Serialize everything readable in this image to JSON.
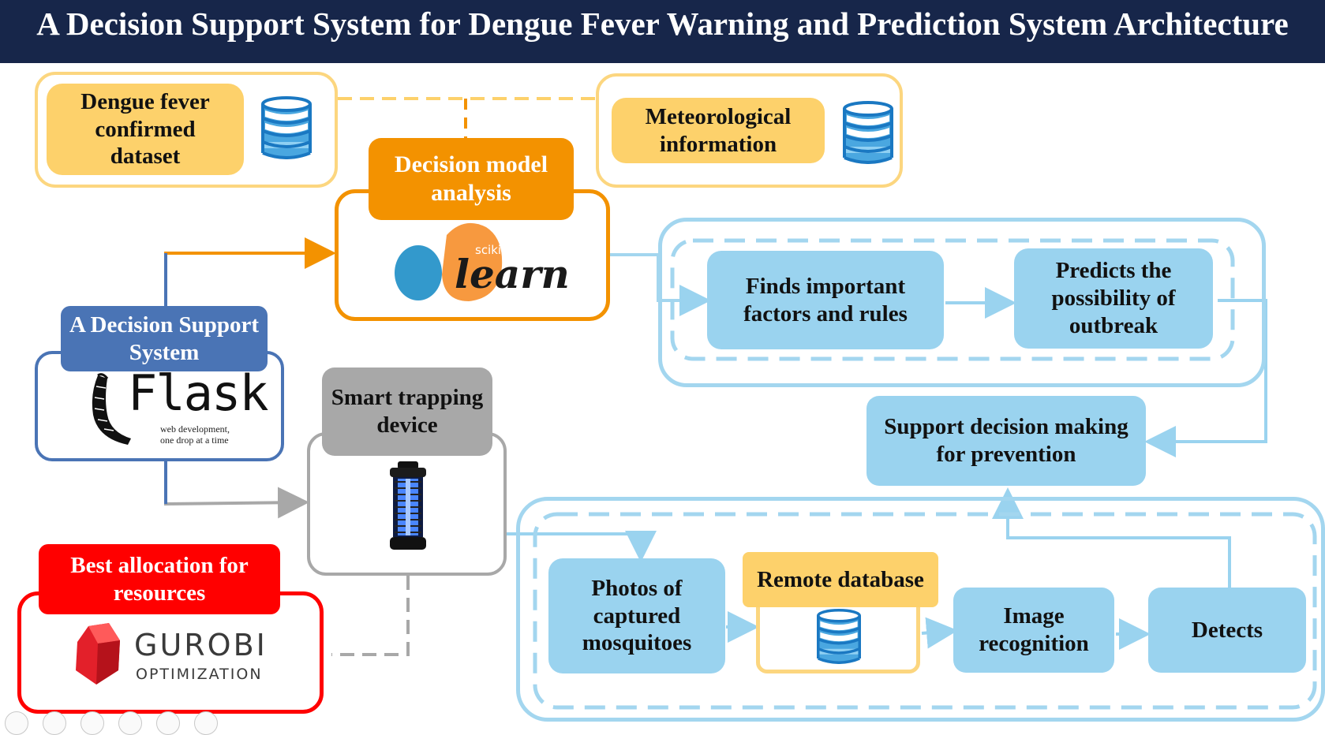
{
  "title": "A Decision Support System for Dengue Fever Warning and Prediction System Architecture",
  "colors": {
    "title_bg": "#17264a",
    "yellow": "#fdd16b",
    "yellow_border": "#fcd67f",
    "orange": "#f39200",
    "blue_header": "#4a74b5",
    "light_blue": "#9ad3ef",
    "light_blue_border": "#a3d6ef",
    "gray": "#a8a8a8",
    "red": "#ff0000"
  },
  "boxes": {
    "dengue_dataset": "Dengue fever confirmed dataset",
    "meteorological": "Meteorological information",
    "decision_model": "Decision model analysis",
    "dss": "A Decision Support System",
    "smart_trap": "Smart trapping device",
    "best_allocation": "Best allocation for resources",
    "finds_factors": "Finds important factors and rules",
    "predicts": "Predicts the possibility of outbreak",
    "support_decision": "Support decision making for prevention",
    "photos": "Photos of captured mosquitoes",
    "remote_db": "Remote database",
    "image_recognition": "Image recognition",
    "detects": "Detects"
  },
  "logos": {
    "scikit_small": "scikit",
    "scikit_learn": "learn",
    "flask_word": "Flask",
    "flask_tagline_1": "web development,",
    "flask_tagline_2": "one drop at a time",
    "gurobi_word": "GUROBI",
    "gurobi_sub": "OPTIMIZATION"
  },
  "icons": [
    "database-icon",
    "bug-zapper-icon",
    "flask-horn-icon",
    "gurobi-cube-icon"
  ]
}
